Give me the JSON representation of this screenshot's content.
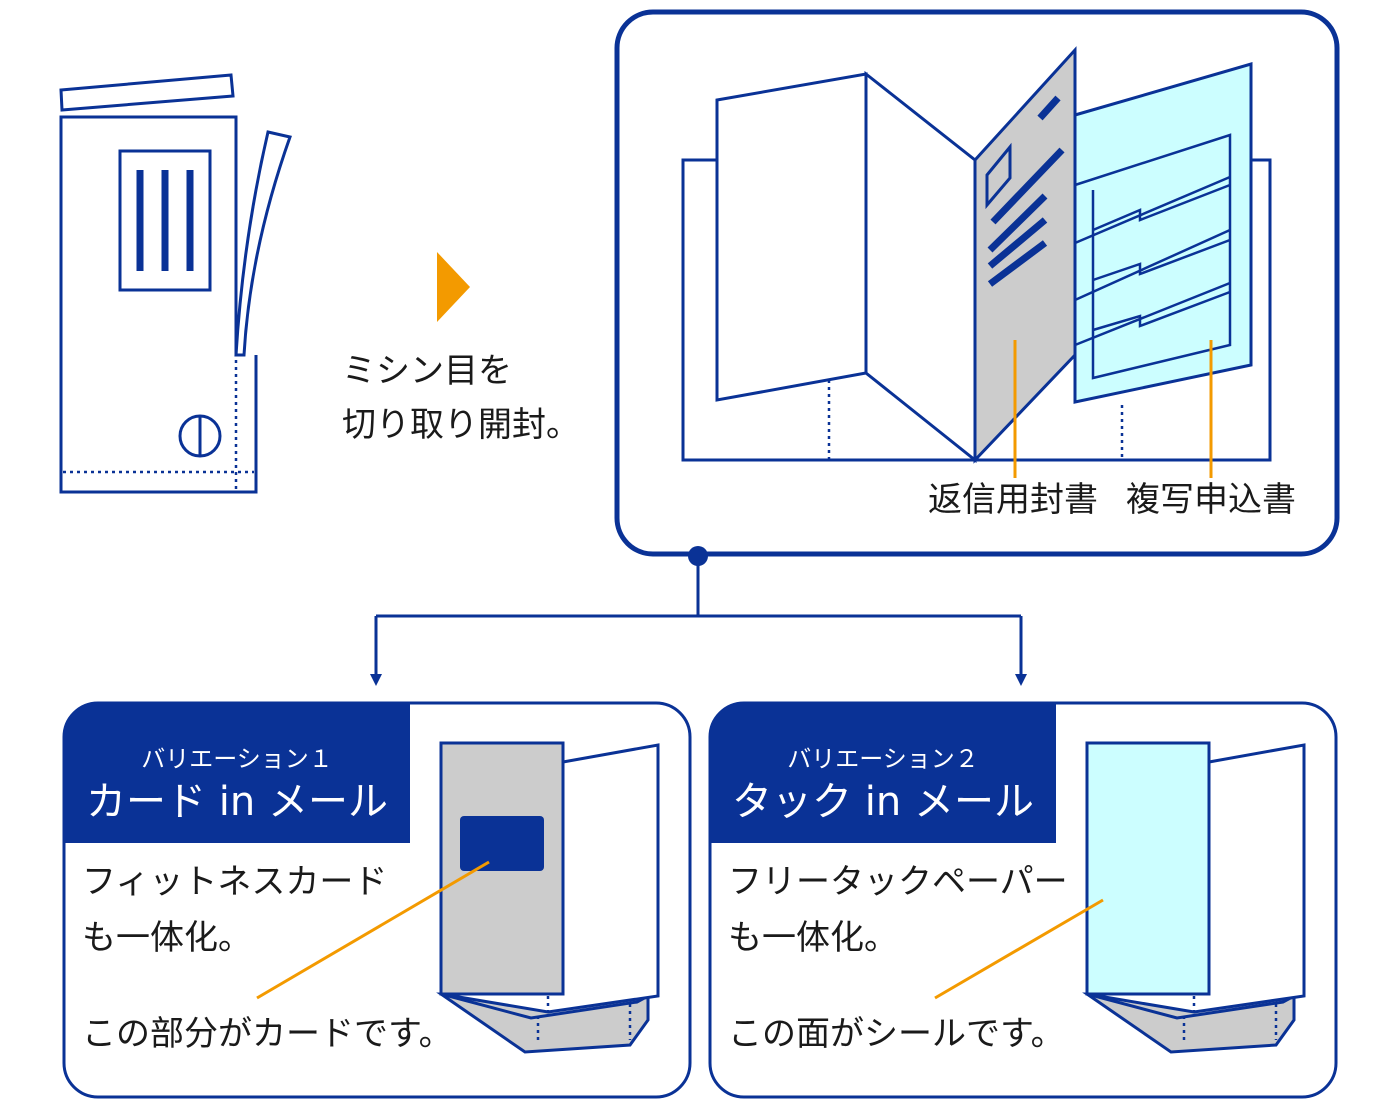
{
  "open_instruction": {
    "line1": "ミシン目を",
    "line2": "切り取り開封。"
  },
  "parts": {
    "return_envelope": "返信用封書",
    "copy_form": "複写申込書"
  },
  "variations": [
    {
      "subtitle": "バリエーション１",
      "title": "カード in メール",
      "desc_line1": "フィットネスカード",
      "desc_line2": "も一体化。",
      "note": "この部分がカードです。"
    },
    {
      "subtitle": "バリエーション２",
      "title": "タック in メール",
      "desc_line1": "フリータックペーパー",
      "desc_line2": "も一体化。",
      "note": "この面がシールです。"
    }
  ],
  "colors": {
    "navy": "#0a3296",
    "accent_orange": "#f39a00",
    "gray_panel": "#cccccc",
    "cyan_panel": "#ccfeff"
  },
  "icons": {
    "arrow": "orange-right-triangle"
  }
}
